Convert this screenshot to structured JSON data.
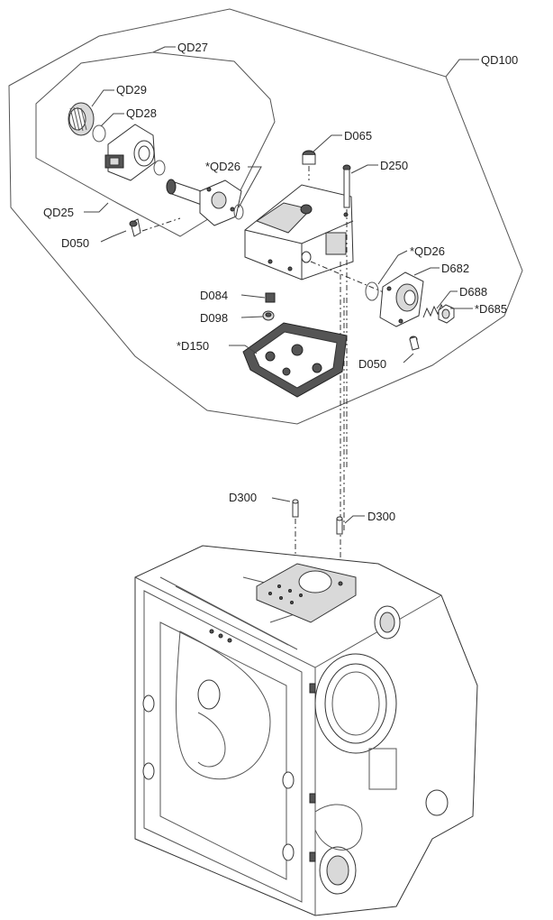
{
  "labels": {
    "qd100": "QD100",
    "qd27": "QD27",
    "qd29": "QD29",
    "qd28": "QD28",
    "qd26_left": "*QD26",
    "qd25": "QD25",
    "d050_left": "D050",
    "d065": "D065",
    "d250": "D250",
    "qd26_right": "*QD26",
    "d682": "D682",
    "d688": "D688",
    "d685": "*D685",
    "d084": "D084",
    "d098": "D098",
    "d150": "*D150",
    "d050_right": "D050",
    "d300_left": "D300",
    "d300_right": "D300"
  }
}
